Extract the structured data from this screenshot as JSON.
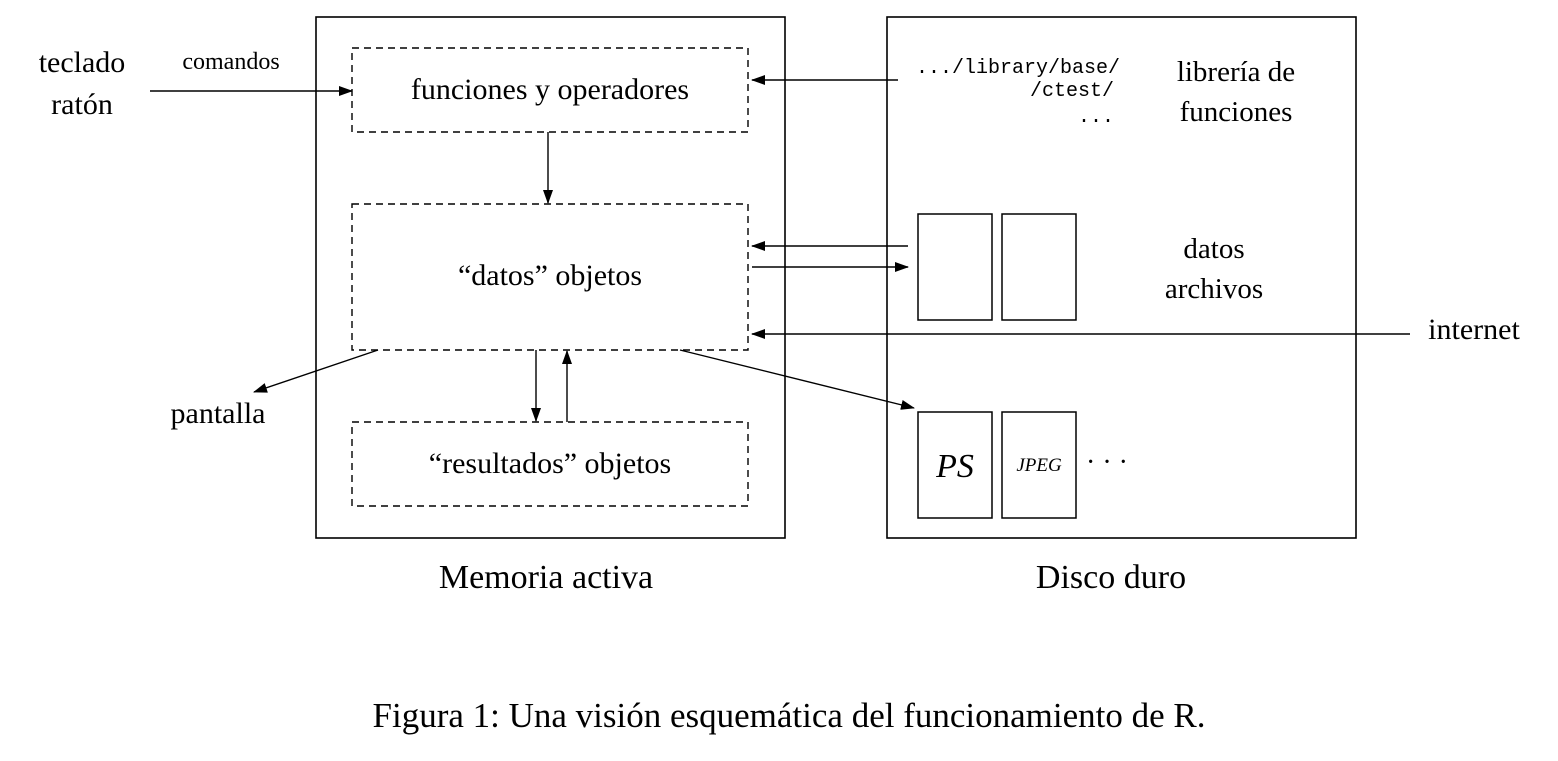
{
  "panels": {
    "memory_label": "Memoria activa",
    "disk_label": "Disco duro"
  },
  "memory": {
    "functions_box": "funciones y operadores",
    "data_box": "“datos” objetos",
    "results_box": "“resultados” objetos"
  },
  "inputs": {
    "keyboard": "teclado",
    "mouse": "ratón",
    "commands": "comandos"
  },
  "outputs": {
    "screen": "pantalla",
    "internet": "internet"
  },
  "disk": {
    "library_path_1": ".../library/base/",
    "library_path_2": "/ctest/",
    "library_path_3": "...",
    "library_label_1": "librería de",
    "library_label_2": "funciones",
    "data_label_1": "datos",
    "data_label_2": "archivos",
    "ps_file": "PS",
    "jpeg_file": "JPEG",
    "more_files": "· · ·"
  },
  "caption": "Figura 1: Una visión esquemática del funcionamiento de R."
}
